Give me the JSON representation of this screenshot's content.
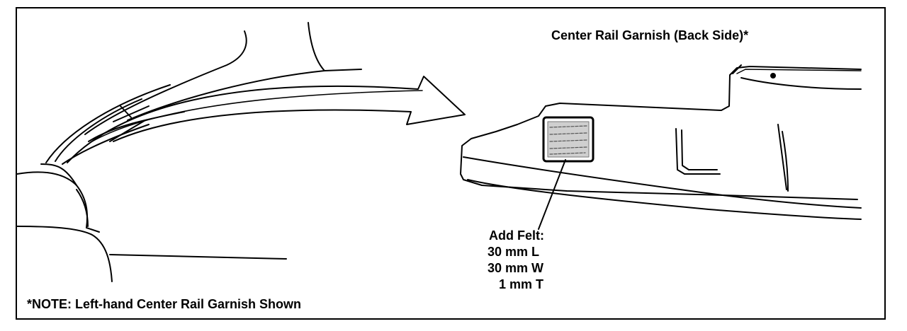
{
  "diagram": {
    "title": "Center Rail Garnish (Back Side)*",
    "note": "*NOTE: Left-hand Center Rail Garnish Shown",
    "callout": {
      "heading": "Add Felt:",
      "length": "30 mm L",
      "width": "30 mm W",
      "thickness": "1 mm T"
    }
  }
}
